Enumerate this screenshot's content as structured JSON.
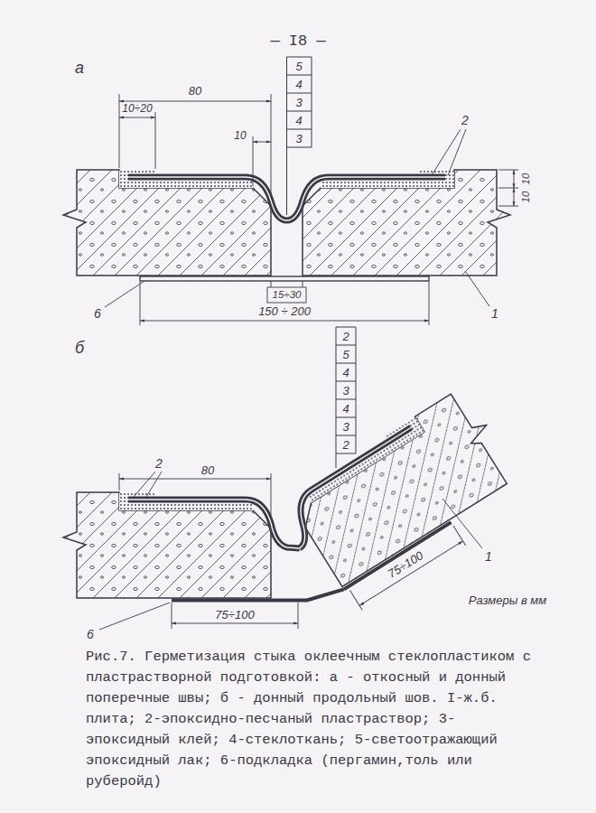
{
  "diagram": {
    "caption": "Рис.7. Герметизация стыка оклеечным стеклопластиком с пластрастворной подготовкой: а - откосный и донный поперечные швы; б - донный продольный шов. I-ж.б. плита; 2-эпоксидно-песчаный пластраствор; 3-эпоксидный клей; 4-стеклоткань; 5-светоотражающий эпоксидный лак; 6-подкладка (пергамин,толь или руберойд)",
    "labels": [
      "— I8 —",
      "а",
      "5",
      "4",
      "3",
      "4",
      "3",
      "80",
      "10÷20",
      "2",
      "10",
      "10",
      "10",
      "15÷30",
      "6",
      "150 ÷ 200",
      "1",
      "б",
      "2",
      "5",
      "4",
      "3",
      "4",
      "3",
      "2",
      "80",
      "2",
      "1",
      "75÷100",
      "Размеры в мм",
      "6",
      "75÷100"
    ]
  }
}
